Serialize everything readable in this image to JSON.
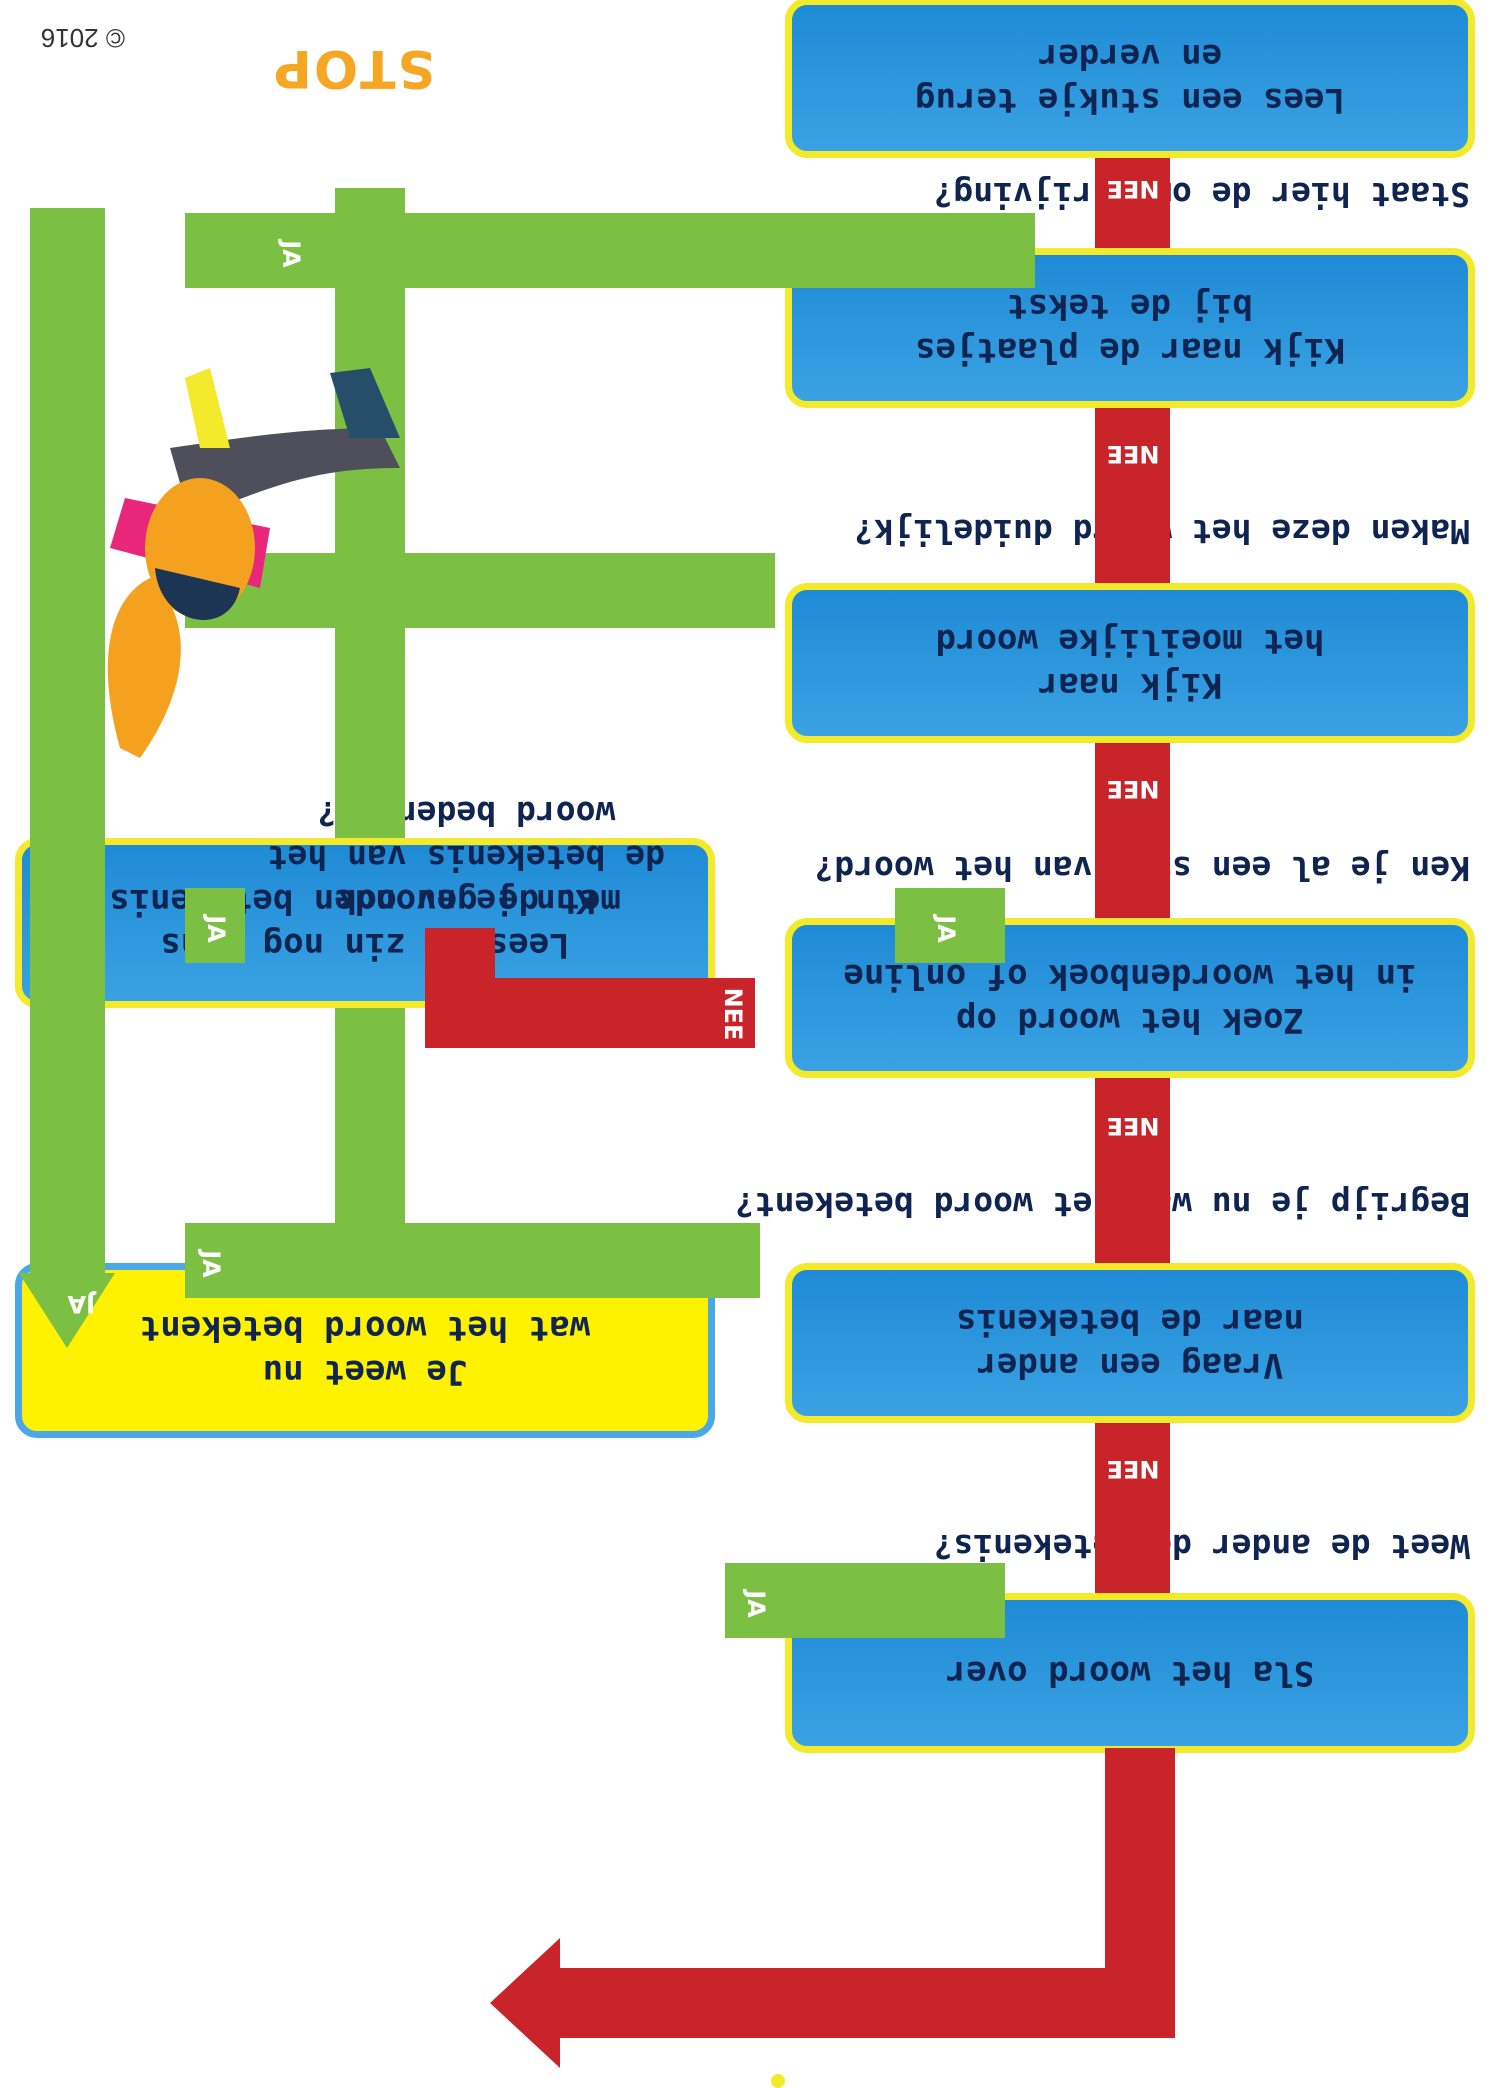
{
  "boxes": {
    "b1": "Lees een stukje terug\nen verder",
    "b2": "Kijk naar de plaatjes\nbij de tekst",
    "b3": "Kijk naar\nhet moeilijke woord",
    "b4": "Zoek het woord op\nin het woordenboek of online",
    "b5": "Vraag een ander\nnaar de betekenis",
    "b6": "Sla het woord over",
    "known": "Je weet nu\nwat het woord betekent",
    "reread": "Lees de zin nog eens\nmet de gevonden betekenis"
  },
  "questions": {
    "q1": "Staat hier de omschrijving?",
    "q2": "Maken deze het woord duidelijk?",
    "q3": "Ken je al een stuk van het woord?",
    "q3b": "Kun je nu ook\nde betekenis van het\nwoord bedenken?",
    "q4": "Begrijp je nu wat het woord betekent?",
    "q5": "Weet de ander de betekenis?"
  },
  "labels": {
    "yes": "JA",
    "no": "NEE",
    "stop": "STOP"
  },
  "copyright": "© 2016",
  "colors": {
    "box_blue": "#2a95dc",
    "box_border": "#f2ea2a",
    "yes_green": "#7cc043",
    "no_red": "#c8242a",
    "stop_orange": "#f5a623"
  }
}
